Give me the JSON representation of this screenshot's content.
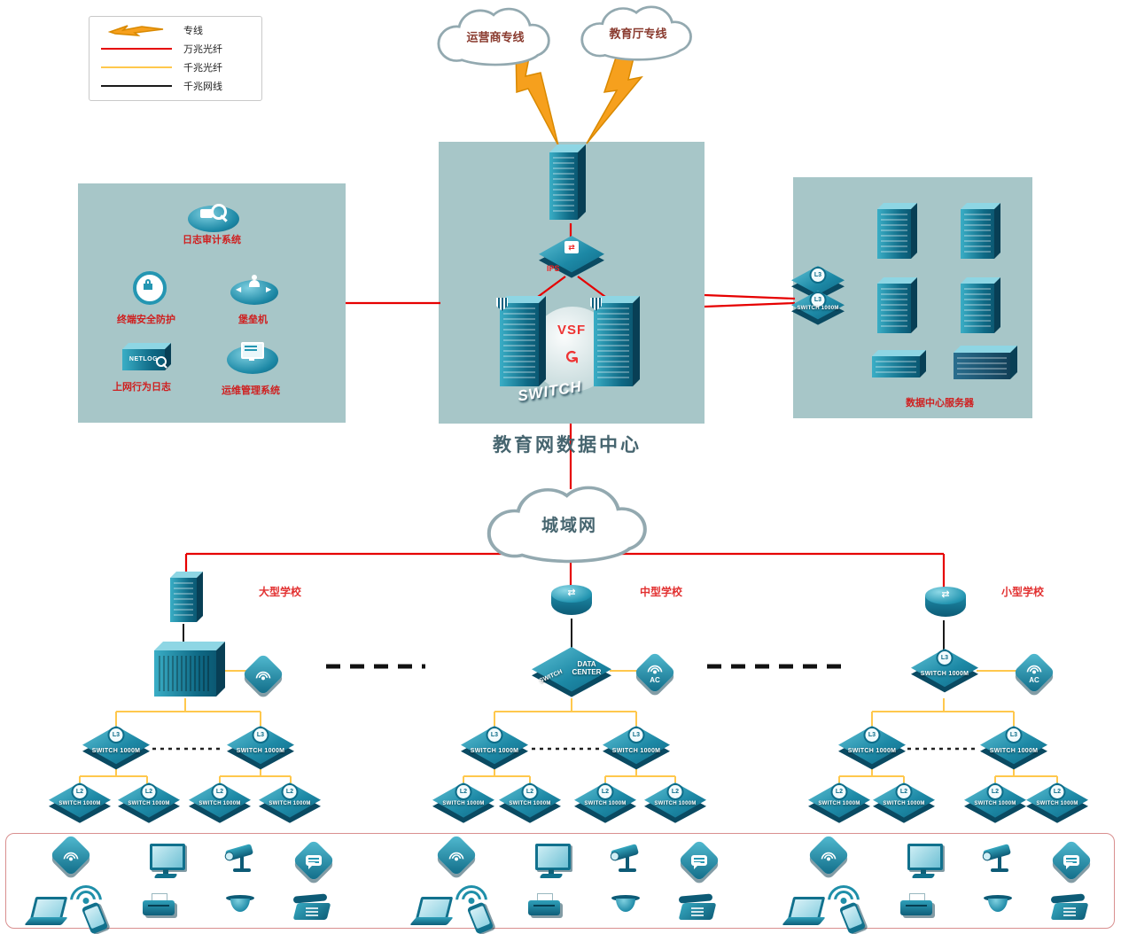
{
  "legend": {
    "items": [
      {
        "label": "专线",
        "type": "lightning",
        "color": "#f6a01d"
      },
      {
        "label": "万兆光纤",
        "type": "line",
        "color": "#e60000"
      },
      {
        "label": "千兆光纤",
        "type": "line",
        "color": "#ffc84d"
      },
      {
        "label": "千兆网线",
        "type": "line",
        "color": "#1a1a1a"
      }
    ]
  },
  "clouds": {
    "isp": "运营商专线",
    "edu_dept": "教育厅专线",
    "man": "城域网"
  },
  "datacenter": {
    "title": "教育网数据中心",
    "ips_label": "IPS",
    "vsf_label": "VSF",
    "core_switch_label": "SWITCH"
  },
  "security_panel": {
    "log_audit": "日志审计系统",
    "endpoint_protect": "终端安全防护",
    "bastion": "堡垒机",
    "netlog_label": "NETLOG",
    "net_behavior": "上网行为日志",
    "ops_mgmt": "运维管理系统"
  },
  "server_panel": {
    "caption": "数据中心服务器",
    "switch_label": "SWITCH 1000M"
  },
  "labels": {
    "l3": "L3",
    "l2": "L2",
    "switch_1000m": "SWITCH 1000M",
    "switch": "SWITCH",
    "data_center": "DATA CENTER",
    "ac": "AC"
  },
  "schools": {
    "large": "大型学校",
    "medium": "中型学校",
    "small": "小型学校"
  }
}
